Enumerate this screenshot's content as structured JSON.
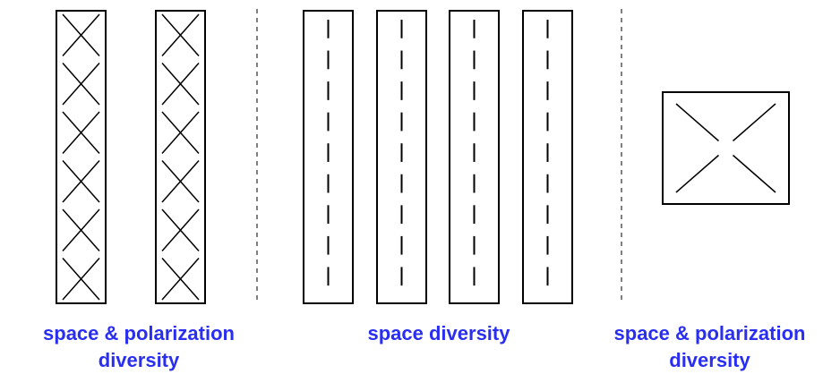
{
  "captions": {
    "left": {
      "line1": "space & polarization",
      "line2": "diversity"
    },
    "middle": {
      "line1": "space diversity"
    },
    "right": {
      "line1": "space & polarization",
      "line2": "diversity"
    }
  },
  "colors": {
    "caption": "#2a2ef0",
    "stroke": "#000000",
    "background": "#ffffff"
  },
  "groups": {
    "left": {
      "element_type": "cross-polarized-column",
      "columns": 2,
      "elements_per_column": 6
    },
    "middle": {
      "element_type": "vertical-dipole-column",
      "columns": 4,
      "dashes_per_column": 9
    },
    "right": {
      "element_type": "cross-polarized-panel",
      "panels": 1
    }
  }
}
